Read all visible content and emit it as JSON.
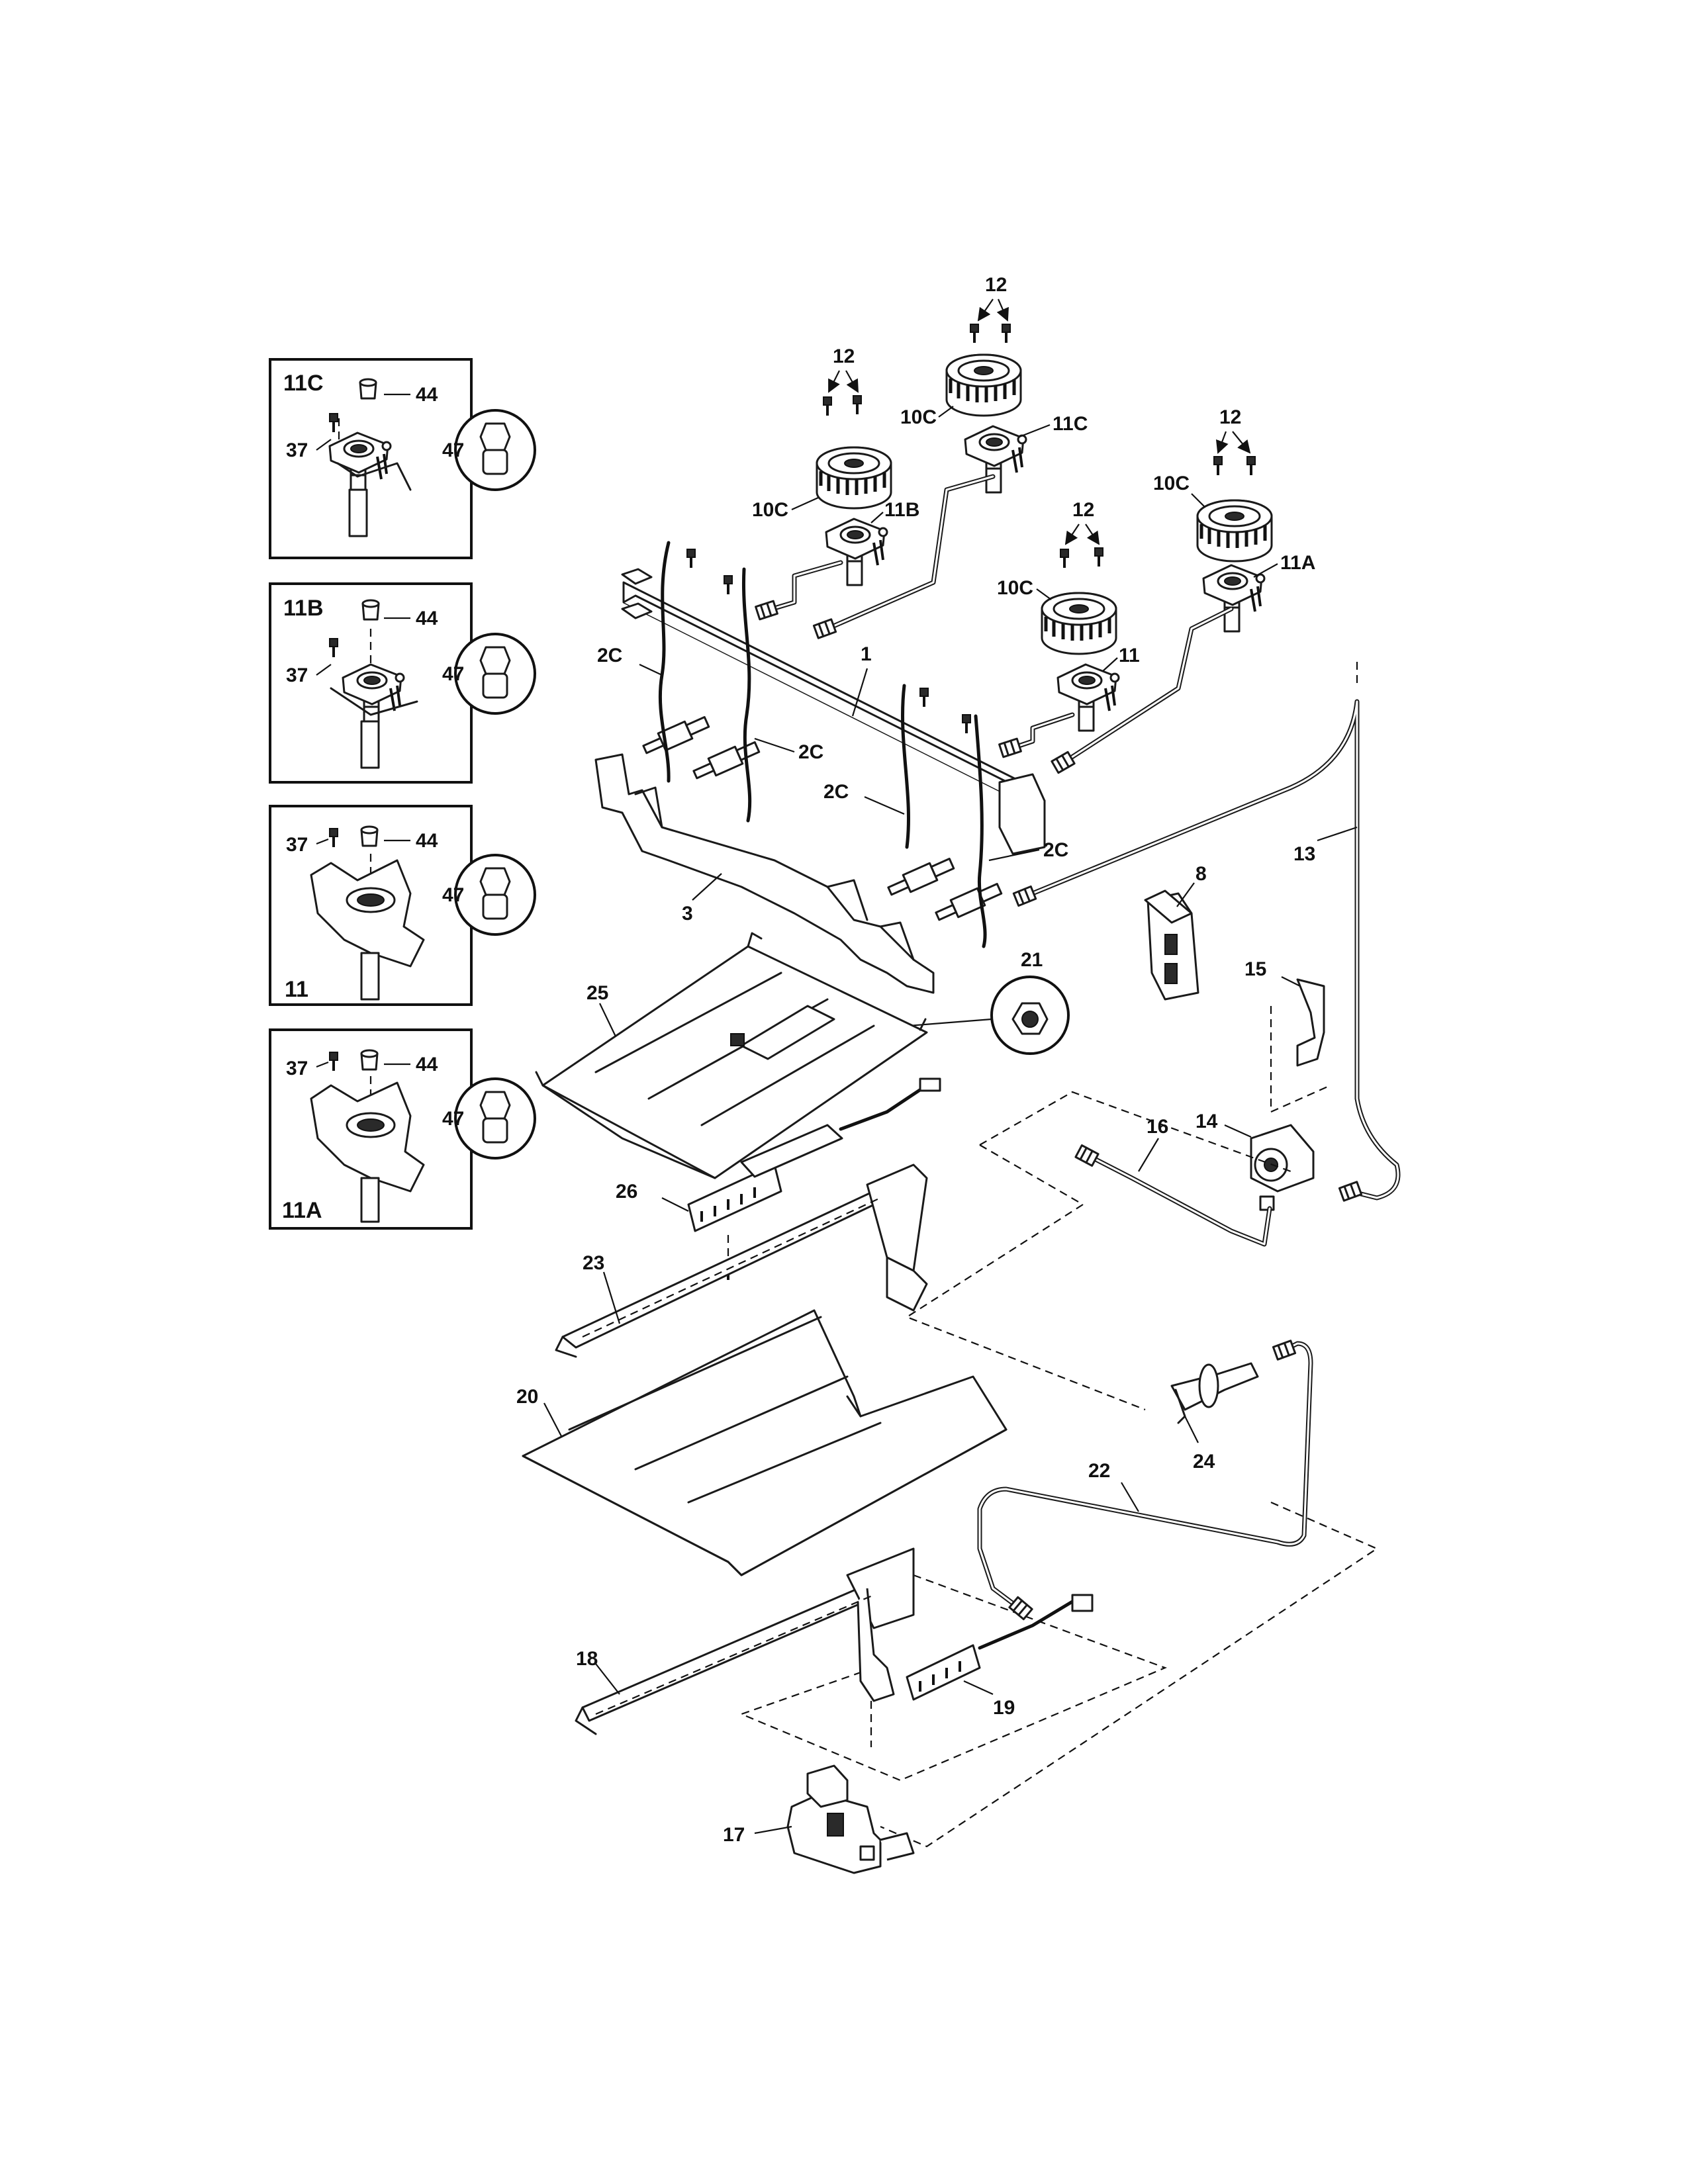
{
  "callouts": {
    "c1": "1",
    "c2c_a": "2C",
    "c2c_b": "2C",
    "c2c_c": "2C",
    "c2c_d": "2C",
    "c3": "3",
    "c8": "8",
    "c10c_a": "10C",
    "c10c_b": "10C",
    "c10c_c": "10C",
    "c10c_d": "10C",
    "c11": "11",
    "c11a": "11A",
    "c11b": "11B",
    "c11c": "11C",
    "c12_a": "12",
    "c12_b": "12",
    "c12_c": "12",
    "c12_d": "12",
    "c13": "13",
    "c14": "14",
    "c15": "15",
    "c16": "16",
    "c17": "17",
    "c18": "18",
    "c19": "19",
    "c20": "20",
    "c21": "21",
    "c22": "22",
    "c23": "23",
    "c24": "24",
    "c25": "25",
    "c26": "26"
  },
  "insets": [
    {
      "title": "11C",
      "screw": "37",
      "cap": "44",
      "orifice": "47"
    },
    {
      "title": "11B",
      "screw": "37",
      "cap": "44",
      "orifice": "47"
    },
    {
      "title": "11",
      "screw": "37",
      "cap": "44",
      "orifice": "47"
    },
    {
      "title": "11A",
      "screw": "37",
      "cap": "44",
      "orifice": "47"
    }
  ]
}
